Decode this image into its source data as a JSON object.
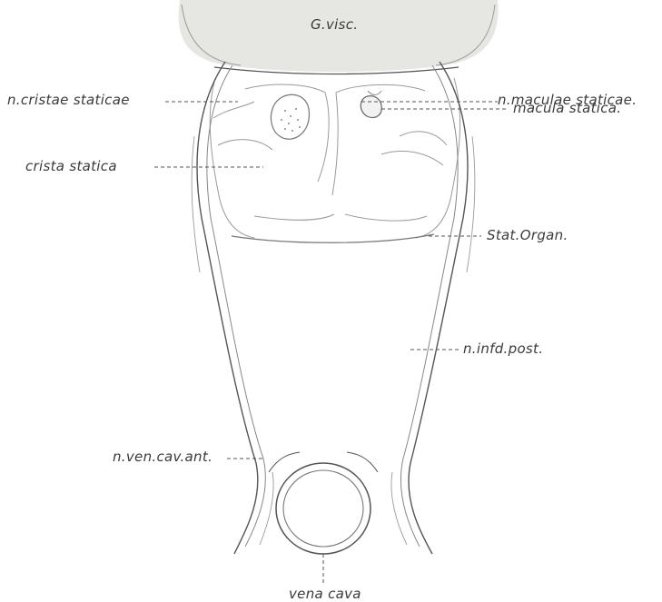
{
  "labels": {
    "g_visc": "G.visc.",
    "n_cristae_staticae": "n.cristae staticae",
    "n_maculae_staticae": "n.maculae staticae.",
    "macula_statica": "macula statica.",
    "crista_statica": "crista statica",
    "stat_organ": "Stat.Organ.",
    "n_infd_post": "n.infd.post.",
    "n_ven_cav_ant": "n.ven.cav.ant.",
    "vena_cava": "vena cava"
  },
  "colors": {
    "ink": "#4a4a4a",
    "faint_ink": "#9a9a9a",
    "ganglion_fill": "#e6e7e2",
    "background": "#ffffff"
  }
}
